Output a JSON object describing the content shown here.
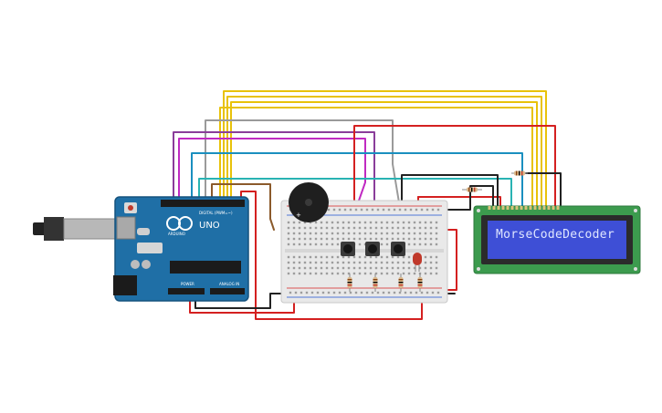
{
  "lcd": {
    "text": "MorseCodeDecoder",
    "screen_color": "#3e4fd6",
    "pcb_color": "#3c9b4e"
  },
  "arduino": {
    "logo_text": "UNO",
    "brand_text": "ARDUINO",
    "digital_label": "DIGITAL (PWM=~)",
    "power_label": "POWER",
    "analog_label": "ANALOG IN",
    "board_color": "#1f6fa6"
  },
  "colors": {
    "wire_yellow": "#e8c20a",
    "wire_purple": "#8a3d9a",
    "wire_magenta": "#c02ac2",
    "wire_gray": "#9a9a9a",
    "wire_blue": "#1a8fbf",
    "wire_teal": "#29b3b3",
    "wire_red": "#d42020",
    "wire_black": "#222222",
    "wire_brown": "#8b5a2b",
    "breadboard": "#e9e9e9",
    "led_red": "#c0392b"
  },
  "icons": {
    "buzzer": "buzzer-icon",
    "usb": "usb-plug-icon",
    "button": "pushbutton-icon",
    "resistor": "resistor-icon",
    "led": "led-icon"
  }
}
